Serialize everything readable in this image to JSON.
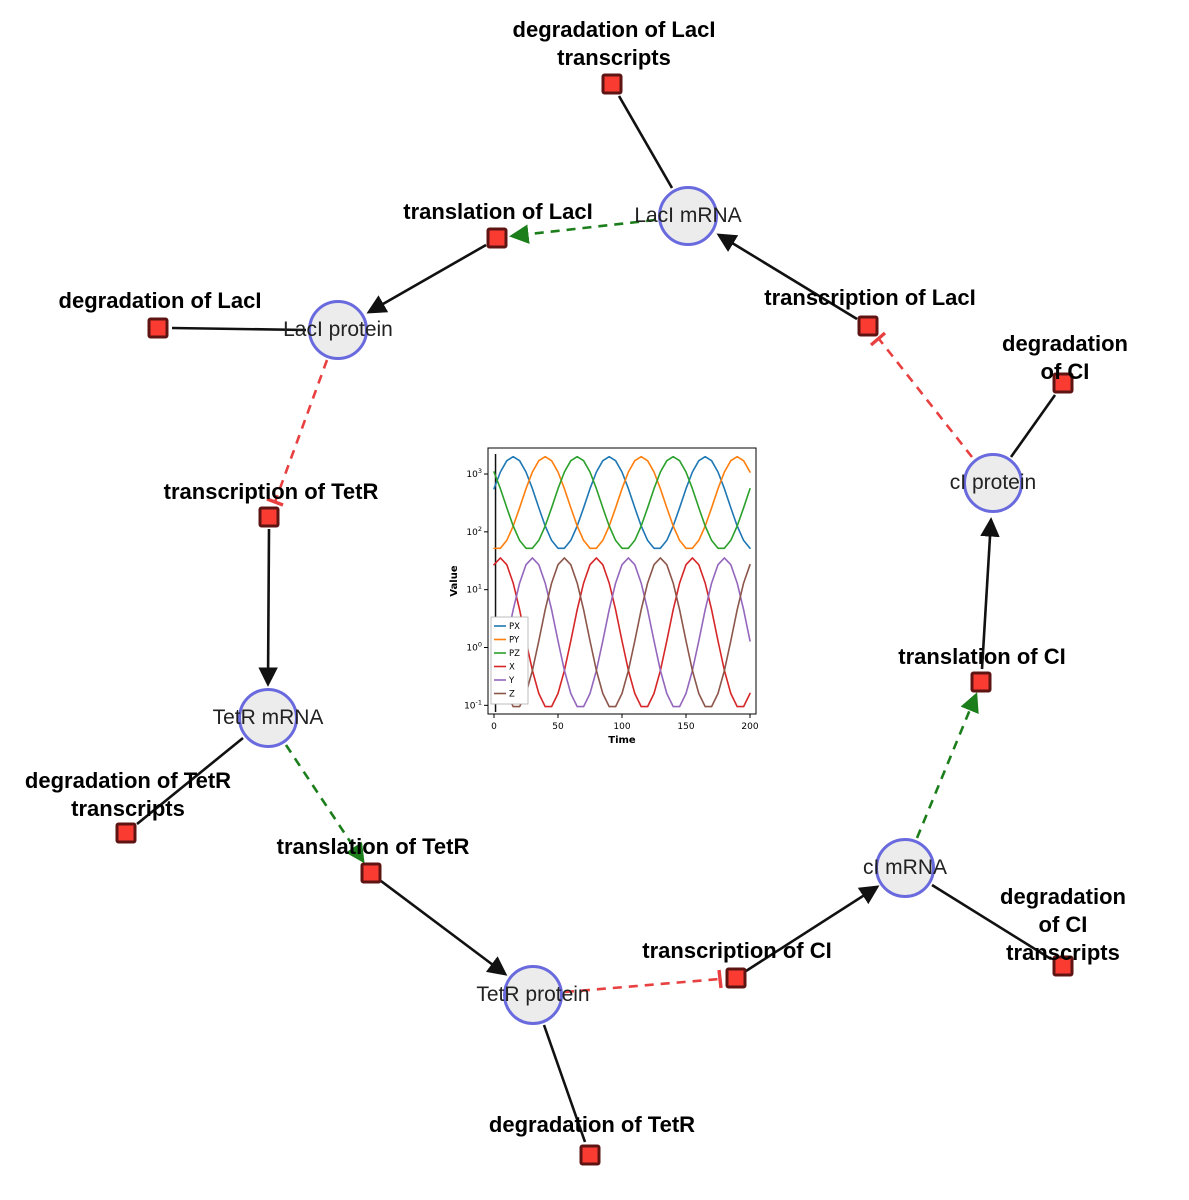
{
  "network": {
    "species": [
      {
        "label": "LacI mRNA"
      },
      {
        "label": "LacI protein"
      },
      {
        "label": "TetR mRNA"
      },
      {
        "label": "TetR protein"
      },
      {
        "label": "cI mRNA"
      },
      {
        "label": "cI protein"
      }
    ],
    "reactions": [
      {
        "label": "degradation of LacI\ntranscripts"
      },
      {
        "label": "translation of LacI"
      },
      {
        "label": "degradation of LacI"
      },
      {
        "label": "transcription of LacI"
      },
      {
        "label": "degradation of CI"
      },
      {
        "label": "transcription of TetR"
      },
      {
        "label": "translation of CI"
      },
      {
        "label": "degradation of TetR\ntranscripts"
      },
      {
        "label": "translation of TetR"
      },
      {
        "label": "transcription of CI"
      },
      {
        "label": "degradation of CI\ntranscripts"
      },
      {
        "label": "degradation of TetR"
      }
    ],
    "edges": [
      {
        "from": "LacI mRNA",
        "to": "degradation of LacI transcripts",
        "type": "consumption"
      },
      {
        "from": "transcription of LacI",
        "to": "LacI mRNA",
        "type": "production"
      },
      {
        "from": "LacI mRNA",
        "to": "translation of LacI",
        "type": "modifier"
      },
      {
        "from": "translation of LacI",
        "to": "LacI protein",
        "type": "production"
      },
      {
        "from": "LacI protein",
        "to": "degradation of LacI",
        "type": "consumption"
      },
      {
        "from": "LacI protein",
        "to": "transcription of TetR",
        "type": "inhibition"
      },
      {
        "from": "transcription of TetR",
        "to": "TetR mRNA",
        "type": "production"
      },
      {
        "from": "TetR mRNA",
        "to": "degradation of TetR transcripts",
        "type": "consumption"
      },
      {
        "from": "TetR mRNA",
        "to": "translation of TetR",
        "type": "modifier"
      },
      {
        "from": "translation of TetR",
        "to": "TetR protein",
        "type": "production"
      },
      {
        "from": "TetR protein",
        "to": "degradation of TetR",
        "type": "consumption"
      },
      {
        "from": "TetR protein",
        "to": "transcription of CI",
        "type": "inhibition"
      },
      {
        "from": "transcription of CI",
        "to": "cI mRNA",
        "type": "production"
      },
      {
        "from": "cI mRNA",
        "to": "degradation of CI transcripts",
        "type": "consumption"
      },
      {
        "from": "cI mRNA",
        "to": "translation of CI",
        "type": "modifier"
      },
      {
        "from": "translation of CI",
        "to": "cI protein",
        "type": "production"
      },
      {
        "from": "cI protein",
        "to": "degradation of CI",
        "type": "consumption"
      },
      {
        "from": "cI protein",
        "to": "transcription of LacI",
        "type": "inhibition"
      }
    ],
    "colors": {
      "species_fill": "#ececec",
      "species_border": "#6a6adf",
      "reaction_fill": "#f93b31",
      "reaction_border": "#5e1412",
      "production_edge": "#111111",
      "modifier_edge": "#1b7e1b",
      "inhibition_edge": "#e84040"
    }
  },
  "chart_data": {
    "type": "line",
    "title": "",
    "xlabel": "Time",
    "ylabel": "Value",
    "x_ticks": [
      0,
      50,
      100,
      150,
      200
    ],
    "y_scale": "log",
    "y_tick_exponents": [
      -1,
      0,
      1,
      2,
      3
    ],
    "xlim": [
      0,
      200
    ],
    "ylog_range": [
      -1.15,
      3.45
    ],
    "legend_position": "center-left",
    "grid": false,
    "initial_spike": true,
    "t_start": 0,
    "t_step": 5,
    "series": [
      {
        "name": "PX",
        "color": "#1f77b4",
        "values": [
          558,
          1084,
          1702,
          1995,
          1702,
          1084,
          558,
          261,
          126,
          71,
          52,
          52,
          71,
          126,
          261,
          558,
          1084,
          1702,
          1995,
          1702,
          1084,
          558,
          261,
          126,
          71,
          52,
          52,
          71,
          126,
          261,
          558,
          1084,
          1702,
          1995,
          1702,
          1084,
          558,
          261,
          126,
          71,
          52
        ]
      },
      {
        "name": "PY",
        "color": "#ff7f0e",
        "values": [
          52,
          52,
          71,
          126,
          261,
          558,
          1084,
          1702,
          1995,
          1702,
          1084,
          558,
          261,
          126,
          71,
          52,
          52,
          71,
          126,
          261,
          558,
          1084,
          1702,
          1995,
          1702,
          1084,
          558,
          261,
          126,
          71,
          52,
          52,
          71,
          126,
          261,
          558,
          1084,
          1702,
          1995,
          1702,
          1084
        ]
      },
      {
        "name": "PZ",
        "color": "#2ca02c",
        "values": [
          1084,
          558,
          261,
          126,
          71,
          52,
          52,
          71,
          126,
          261,
          558,
          1084,
          1702,
          1995,
          1702,
          1084,
          558,
          261,
          126,
          71,
          52,
          52,
          71,
          126,
          261,
          558,
          1084,
          1702,
          1995,
          1702,
          1084,
          558,
          261,
          126,
          71,
          52,
          52,
          71,
          126,
          261,
          558
        ]
      },
      {
        "name": "X",
        "color": "#d62728",
        "values": [
          27,
          35.5,
          27,
          13,
          4.5,
          1.3,
          0.4,
          0.16,
          0.095,
          0.095,
          0.16,
          0.4,
          1.3,
          4.5,
          13,
          27,
          35.5,
          27,
          13,
          4.5,
          1.3,
          0.4,
          0.16,
          0.095,
          0.095,
          0.16,
          0.4,
          1.3,
          4.5,
          13,
          27,
          35.5,
          27,
          13,
          4.5,
          1.3,
          0.4,
          0.16,
          0.095,
          0.095,
          0.16
        ]
      },
      {
        "name": "Y",
        "color": "#9467bd",
        "values": [
          0.16,
          0.4,
          1.3,
          4.5,
          13,
          27,
          35.5,
          27,
          13,
          4.5,
          1.3,
          0.4,
          0.16,
          0.095,
          0.095,
          0.16,
          0.4,
          1.3,
          4.5,
          13,
          27,
          35.5,
          27,
          13,
          4.5,
          1.3,
          0.4,
          0.16,
          0.095,
          0.095,
          0.16,
          0.4,
          1.3,
          4.5,
          13,
          27,
          35.5,
          27,
          13,
          4.5,
          1.3
        ]
      },
      {
        "name": "Z",
        "color": "#8c564b",
        "values": [
          1.3,
          0.4,
          0.16,
          0.095,
          0.095,
          0.16,
          0.4,
          1.3,
          4.5,
          13,
          27,
          35.5,
          27,
          13,
          4.5,
          1.3,
          0.4,
          0.16,
          0.095,
          0.095,
          0.16,
          0.4,
          1.3,
          4.5,
          13,
          27,
          35.5,
          27,
          13,
          4.5,
          1.3,
          0.4,
          0.16,
          0.095,
          0.095,
          0.16,
          0.4,
          1.3,
          4.5,
          13,
          27
        ]
      }
    ]
  }
}
